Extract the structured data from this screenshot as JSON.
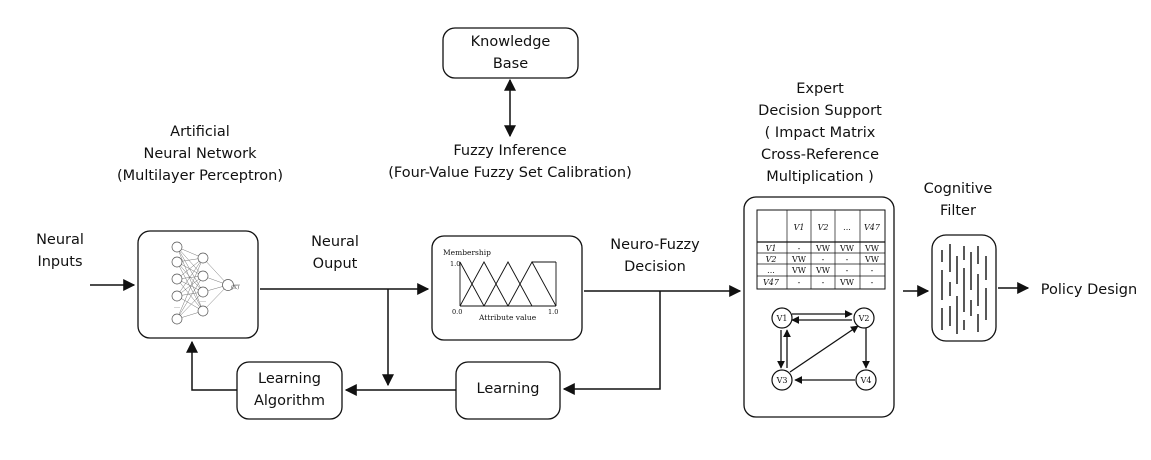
{
  "knowledge_base": [
    "Knowledge",
    "Base"
  ],
  "fuzzy_inference": [
    "Fuzzy Inference",
    "(Four-Value Fuzzy Set Calibration)"
  ],
  "ann": [
    "Artificial",
    "Neural Network",
    "(Multilayer Perceptron)"
  ],
  "neural_inputs": [
    "Neural",
    "Inputs"
  ],
  "neural_output": [
    "Neural",
    "Ouput"
  ],
  "neuro_fuzzy_decision": [
    "Neuro-Fuzzy",
    "Decision"
  ],
  "expert": [
    "Expert",
    "Decision Support",
    "( Impact Matrix",
    "Cross-Reference",
    "Multiplication )"
  ],
  "cognitive_filter": [
    "Cognitive",
    "Filter"
  ],
  "policy_design": "Policy Design",
  "learning_algorithm": [
    "Learning",
    "Algorithm"
  ],
  "learning": "Learning",
  "membership_plot": {
    "ylabel": "Membership",
    "xlabel": "Attribute value",
    "y_top": "1.0",
    "x_left": "0.0",
    "x_right": "1.0"
  },
  "impact_matrix": {
    "headers": [
      "",
      "V1",
      "V2",
      "...",
      "V47"
    ],
    "rows": [
      [
        "V1",
        "-",
        "VW",
        "VW",
        "VW"
      ],
      [
        "V2",
        "VW",
        "-",
        "-",
        "VW"
      ],
      [
        "...",
        "VW",
        "VW",
        "-",
        "-"
      ],
      [
        "V47",
        "-",
        "-",
        "VW",
        "-"
      ]
    ]
  },
  "graph_nodes": [
    "V1",
    "V2",
    "V3",
    "V4"
  ],
  "mlp": {
    "output_node": "(X)"
  }
}
